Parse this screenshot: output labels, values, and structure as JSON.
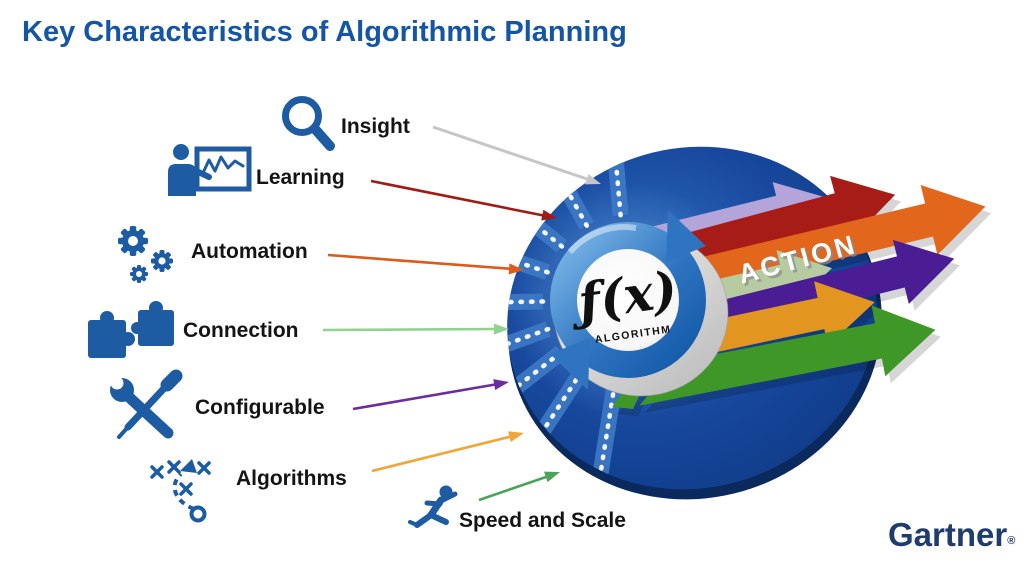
{
  "title": {
    "text": "Key Characteristics of Algorithmic Planning",
    "color": "#1456a5"
  },
  "hub": {
    "fx": "ƒ(x)",
    "caption": "ALGORITHM"
  },
  "action": {
    "text": "ACTION"
  },
  "brand": {
    "name": "Gartner",
    "reg": "®",
    "color": "#1e3c6e"
  },
  "colors": {
    "icon_blue": "#1d5ba3",
    "disc_blue": "#16479c",
    "disc_rim": "#0a2a5e",
    "spoke_blue": "#3e79c6",
    "ring_blue": "#2e74c0",
    "pedestal_gray": "#cfcfcf"
  },
  "characteristics": [
    {
      "label": "Insight",
      "icon": "magnifier-icon",
      "arrow_color": "#c6c6c6"
    },
    {
      "label": "Learning",
      "icon": "presenter-icon",
      "arrow_color": "#a21a12"
    },
    {
      "label": "Automation",
      "icon": "gears-icon",
      "arrow_color": "#dd5a1d"
    },
    {
      "label": "Connection",
      "icon": "puzzle-icon",
      "arrow_color": "#8ed38f"
    },
    {
      "label": "Configurable",
      "icon": "tools-icon",
      "arrow_color": "#6c2ca0"
    },
    {
      "label": "Algorithms",
      "icon": "strategy-icon",
      "arrow_color": "#f0a638"
    },
    {
      "label": "Speed and Scale",
      "icon": "runner-icon",
      "arrow_color": "#4aa457"
    }
  ],
  "outgoing_arrows": [
    {
      "name": "lavender",
      "color": "#b3a4d9"
    },
    {
      "name": "crimson",
      "color": "#a81c17"
    },
    {
      "name": "orange",
      "color": "#e2661c"
    },
    {
      "name": "sage",
      "color": "#b7cba1"
    },
    {
      "name": "purple",
      "color": "#4a1d95"
    },
    {
      "name": "gold",
      "color": "#e2951f"
    },
    {
      "name": "green",
      "color": "#3f9727"
    }
  ]
}
